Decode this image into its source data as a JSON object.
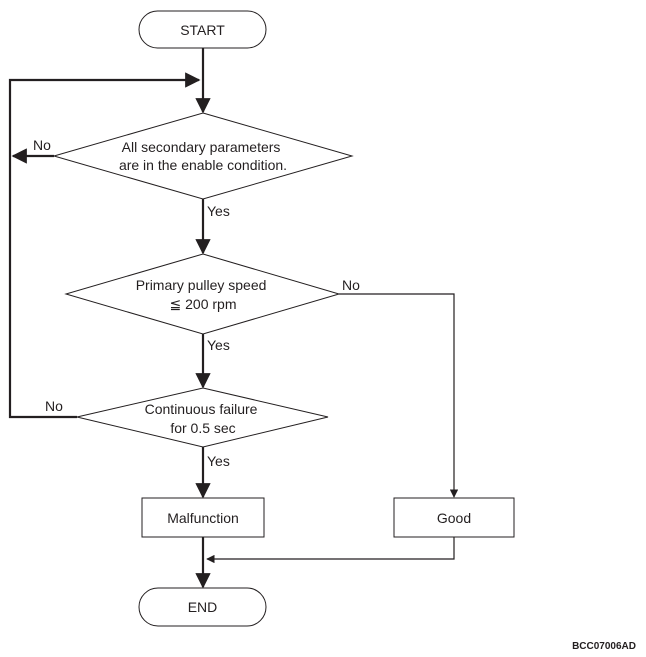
{
  "nodes": {
    "start": "START",
    "decision_secondary": [
      "All secondary parameters",
      "are in the enable condition."
    ],
    "decision_pulley": [
      "Primary pulley speed",
      "≦ 200 rpm"
    ],
    "decision_failure": [
      "Continuous failure",
      "for 0.5 sec"
    ],
    "malfunction": "Malfunction",
    "good": "Good",
    "end": "END"
  },
  "edges": {
    "secondary_no": "No",
    "secondary_yes": "Yes",
    "pulley_no": "No",
    "pulley_yes": "Yes",
    "failure_no": "No",
    "failure_yes": "Yes"
  },
  "figure_code": "BCC07006AD",
  "colors": {
    "line": "#231f20",
    "background": "#ffffff"
  }
}
